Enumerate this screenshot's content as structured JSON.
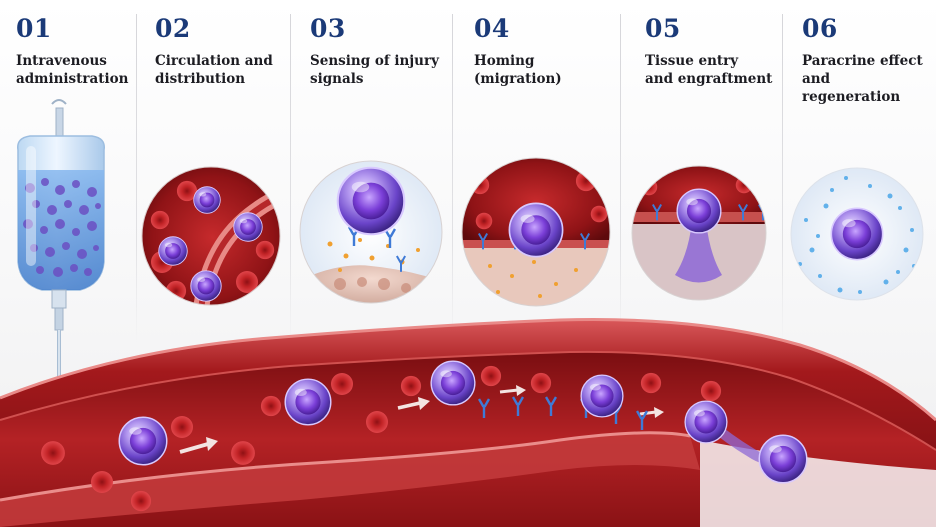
{
  "steps": [
    {
      "number": "01",
      "label": "Intravenous\nadministration"
    },
    {
      "number": "02",
      "label": "Circulation and\ndistribution"
    },
    {
      "number": "03",
      "label": "Sensing of injury\nsignals"
    },
    {
      "number": "04",
      "label": "Homing (migration)"
    },
    {
      "number": "05",
      "label": "Tissue entry\nand engraftment"
    },
    {
      "number": "06",
      "label": "Paracrine effect\nand regeneration"
    }
  ],
  "colors": {
    "number": "#1b3a78",
    "label": "#1c1c22",
    "vessel": "#9e1a1c",
    "blood": "#b31d20",
    "cell": "#6a44c9",
    "receptor": "#3f7ad6",
    "signal": "#f0a030",
    "factor": "#4aa6e8"
  }
}
